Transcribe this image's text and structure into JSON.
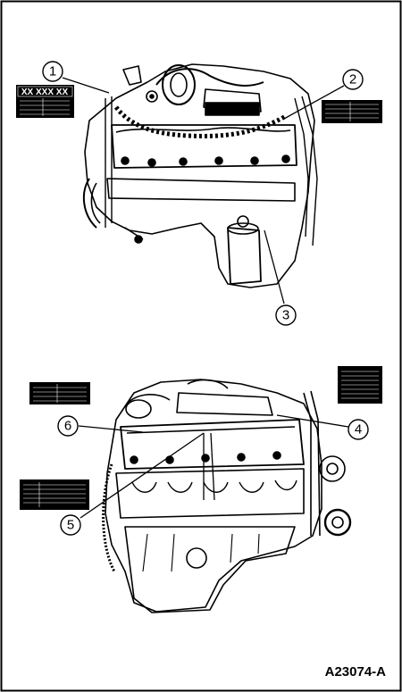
{
  "figure": {
    "id": "A23074-A",
    "callouts": [
      "1",
      "2",
      "3",
      "4",
      "5",
      "6"
    ],
    "label_1_text": "XX XXX XX"
  },
  "colors": {
    "line": "#000000",
    "background": "#ffffff"
  }
}
